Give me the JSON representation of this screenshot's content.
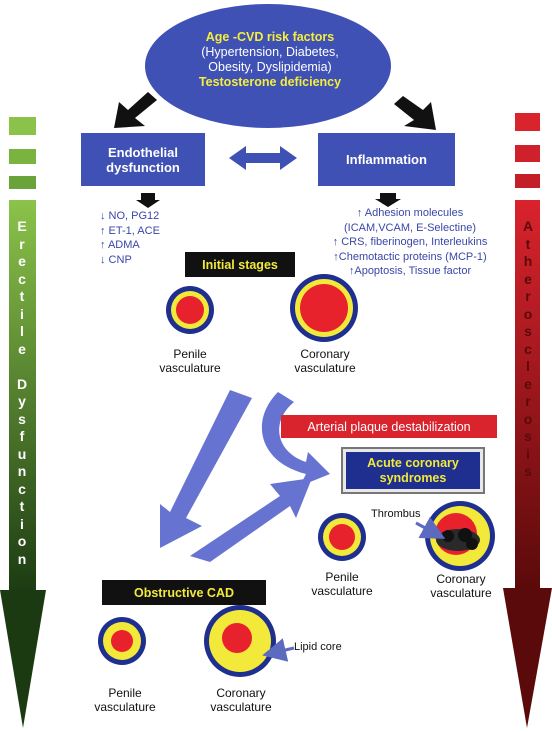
{
  "risk_factors": {
    "title": "Age -CVD risk factors",
    "details": [
      "(Hypertension, Diabetes,",
      "Obesity, Dyslipidemia)"
    ],
    "testosterone": "Testosterone deficiency"
  },
  "endothelial": {
    "title_lines": [
      "Endothelial",
      "dysfunction"
    ],
    "markers": [
      "↓ NO, PG12",
      "↑ ET-1, ACE",
      "↑ ADMA",
      "↓ CNP"
    ]
  },
  "inflammation": {
    "title": "Inflammation",
    "markers": [
      "↑ Adhesion molecules",
      "(ICAM,VCAM, E-Selectine)",
      "↑ CRS, fiberinogen, Interleukins",
      "↑Chemotactic proteins (MCP-1)",
      "↑Apoptosis, Tissue factor"
    ]
  },
  "initial_stages": "Initial stages",
  "obstructive_cad": "Obstructive CAD",
  "plaque_destabilization": "Arterial plaque destabilization",
  "acs": [
    "Acute coronary",
    "syndromes"
  ],
  "vessel_captions": {
    "penile": [
      "Penile",
      "vasculature"
    ],
    "coronary": [
      "Coronary",
      "vasculature"
    ]
  },
  "annotations": {
    "thrombus": "Thrombus",
    "lipid_core": "Lipid core"
  },
  "side_labels": {
    "left": "Erectile Dysfunction",
    "right": "Atherosclerosis"
  },
  "colors": {
    "ellipse": "#3f51b5",
    "box": "#3f51b5",
    "left_arrow_top": "#8bc34a",
    "left_arrow_bottom": "#1b3a12",
    "right_arrow_top": "#d9232d",
    "right_arrow_bottom": "#5a0a0a",
    "highlight": "#f2e93a"
  }
}
